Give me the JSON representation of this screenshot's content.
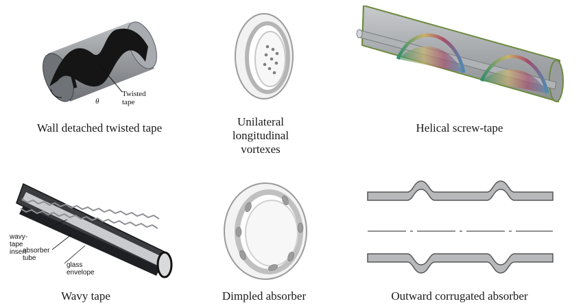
{
  "panels": [
    {
      "caption": "Wall detached twisted tape",
      "labels": {
        "tape": "Twisted tape",
        "angle": "θ"
      }
    },
    {
      "caption_lines": [
        "Unilateral",
        "longitudinal",
        "vortexes"
      ]
    },
    {
      "caption": "Helical screw-tape"
    },
    {
      "caption": "Wavy tape",
      "labels": {
        "insert": "wavy-tape insert",
        "tube": "absorber tube",
        "glass": "glass envelope"
      }
    },
    {
      "caption": "Dimpled absorber"
    },
    {
      "caption": "Outward corrugated absorber"
    }
  ],
  "colors": {
    "tube_gray": "#8f9296",
    "dark_gray": "#4a4d52",
    "tape_black": "#151515",
    "light_gray": "#e6e6e6",
    "edge_green": "#6c8a3f"
  }
}
